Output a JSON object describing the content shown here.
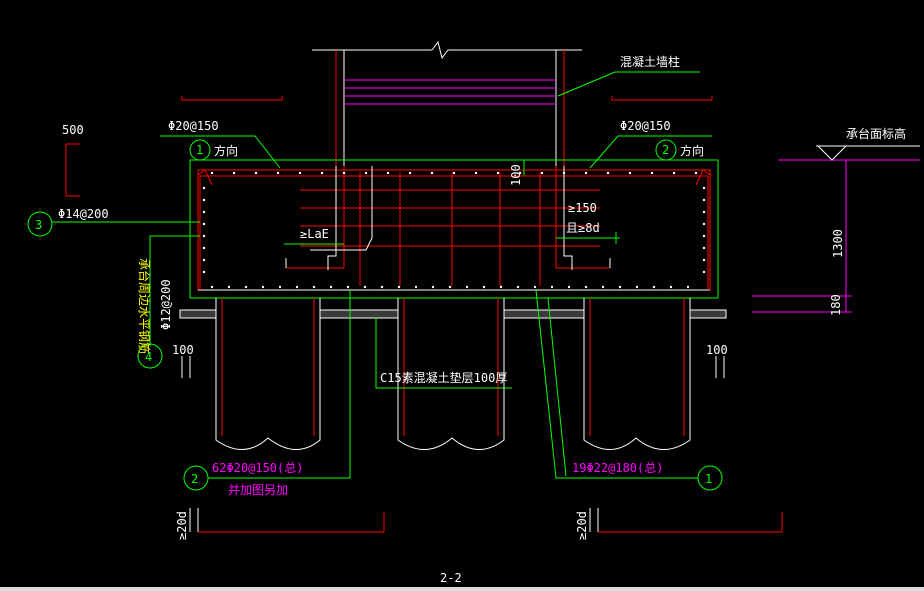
{
  "colors": {
    "background": "#000000",
    "green": "#00ff00",
    "red": "#ff0000",
    "white": "#ffffff",
    "magenta": "#ff00ff",
    "yellow": "#ffff00",
    "cyan": "#00ffff",
    "grey": "#b0b0b0"
  },
  "labels": {
    "wall_column": "混凝土墙柱",
    "top_rebar_left": "Φ20@150",
    "top_rebar_right": "Φ20@150",
    "dir1": "方向",
    "dir2": "方向",
    "dim_500": "500",
    "side_rebar": "Φ14@200",
    "side_text_vertical": "承台周边水平钢筋",
    "stirrup": "Φ12@200",
    "dim_100_top": "100",
    "anchor_lae": "≥LaE",
    "anchor_150": "≥150",
    "anchor_8d": "且≥8d",
    "cushion": "C15素混凝土垫层100厚",
    "dim_100_left": "100",
    "dim_100_right": "100",
    "bottom_rebar_left": "62Φ20@150(总)",
    "bottom_rebar_left_note": "并加图另加",
    "bottom_rebar_right": "19Φ22@180(总)",
    "dim_20d_left": "≥20d",
    "dim_20d_right": "≥20d",
    "cap_top_elev": "承台面标高",
    "dim_1300": "1300",
    "dim_180": "180",
    "circle_1_top": "1",
    "circle_2_top": "2",
    "circle_3": "3",
    "circle_4": "4",
    "circle_2_bottom": "2",
    "circle_1_bottom": "1",
    "page_mark": "2-2"
  }
}
